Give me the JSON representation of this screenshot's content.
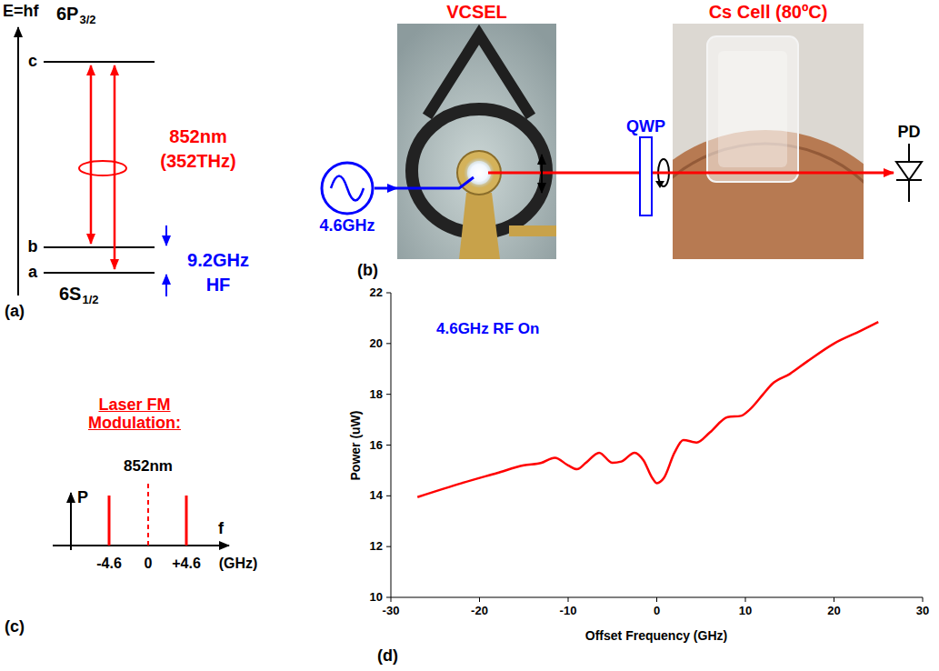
{
  "diagram": {
    "nodes": [
      {
        "text": [
          "4.6GHz"
        ]
      },
      {
        "text": [
          "VCSEL"
        ]
      },
      {
        "text": [
          "QWP"
        ]
      },
      {
        "text": [
          "Cs Cell (80ºC)"
        ]
      },
      {
        "text": [
          "PD"
        ]
      }
    ],
    "edges": [
      {
        "from": 0,
        "to": 1,
        "arrow": "to"
      },
      {
        "from": 1,
        "to": 2,
        "arrow": "none"
      },
      {
        "from": 2,
        "to": 3,
        "arrow": "none"
      },
      {
        "from": 3,
        "to": 4,
        "arrow": "to"
      }
    ],
    "labels": [
      "E=hf",
      "6P",
      "3/2",
      "c",
      "b",
      "a",
      "852nm",
      "(352THz)",
      "9.2GHz",
      "HF",
      "6S",
      "1/2",
      "(a)",
      "(b)",
      "Laser FM Modulation:",
      "P",
      "852nm",
      "f",
      "-4.6",
      "0",
      "+4.6",
      "(GHz)",
      "(c)",
      "4.6GHz RF On",
      "22",
      "20",
      "18",
      "16",
      "14",
      "12",
      "10",
      "-30",
      "-20",
      "-10",
      "0",
      "10",
      "20",
      "30",
      "Power (uW)",
      "Offset Frequency (GHz)",
      "(d)"
    ]
  }
}
